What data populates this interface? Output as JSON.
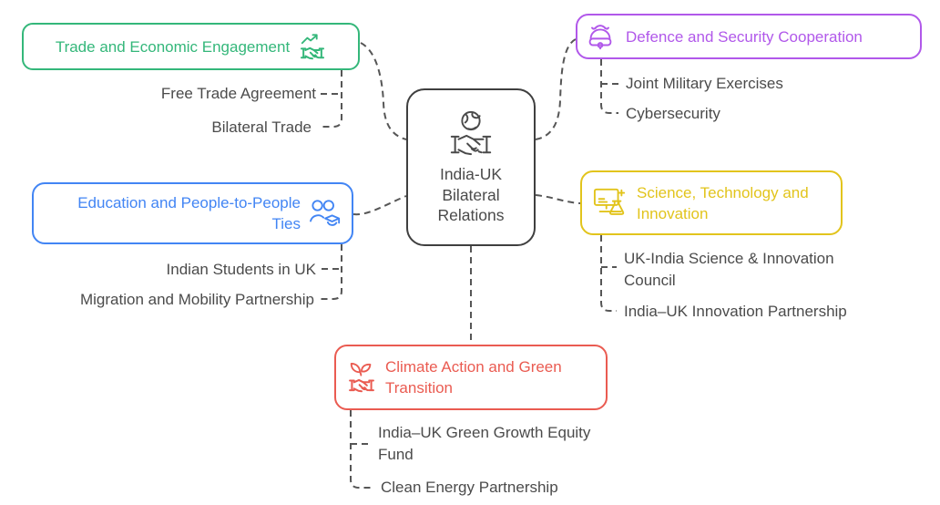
{
  "center": {
    "label": "India-UK Bilateral Relations",
    "icon": "globe-handshake-icon"
  },
  "branches": [
    {
      "title": "Trade and Economic Engagement",
      "color": "#34b77a",
      "icon": "trade-growth-handshake-icon",
      "children": [
        "Free Trade Agreement",
        "Bilateral Trade"
      ]
    },
    {
      "title": "Defence and Security Cooperation",
      "color": "#b158ea",
      "icon": "military-helmet-icon",
      "children": [
        "Joint Military Exercises",
        "Cybersecurity"
      ]
    },
    {
      "title": "Education and People-to-People Ties",
      "color": "#4285f4",
      "icon": "students-people-icon",
      "children": [
        "Indian Students in UK",
        "Migration and Mobility Partnership"
      ]
    },
    {
      "title": "Science, Technology and Innovation",
      "color": "#e2c41c",
      "icon": "monitor-flask-icon",
      "children": [
        "UK-India Science & Innovation Council",
        "India–UK Innovation Partnership"
      ]
    },
    {
      "title": "Climate Action and Green Transition",
      "color": "#ea5b51",
      "icon": "leaf-handshake-icon",
      "children": [
        "India–UK Green Growth Equity Fund",
        "Clean Energy Partnership"
      ]
    }
  ],
  "colors": {
    "connector": "#565656",
    "center_border": "#3f3f3f",
    "child_text": "#4b4b4b",
    "background": "#ffffff"
  }
}
